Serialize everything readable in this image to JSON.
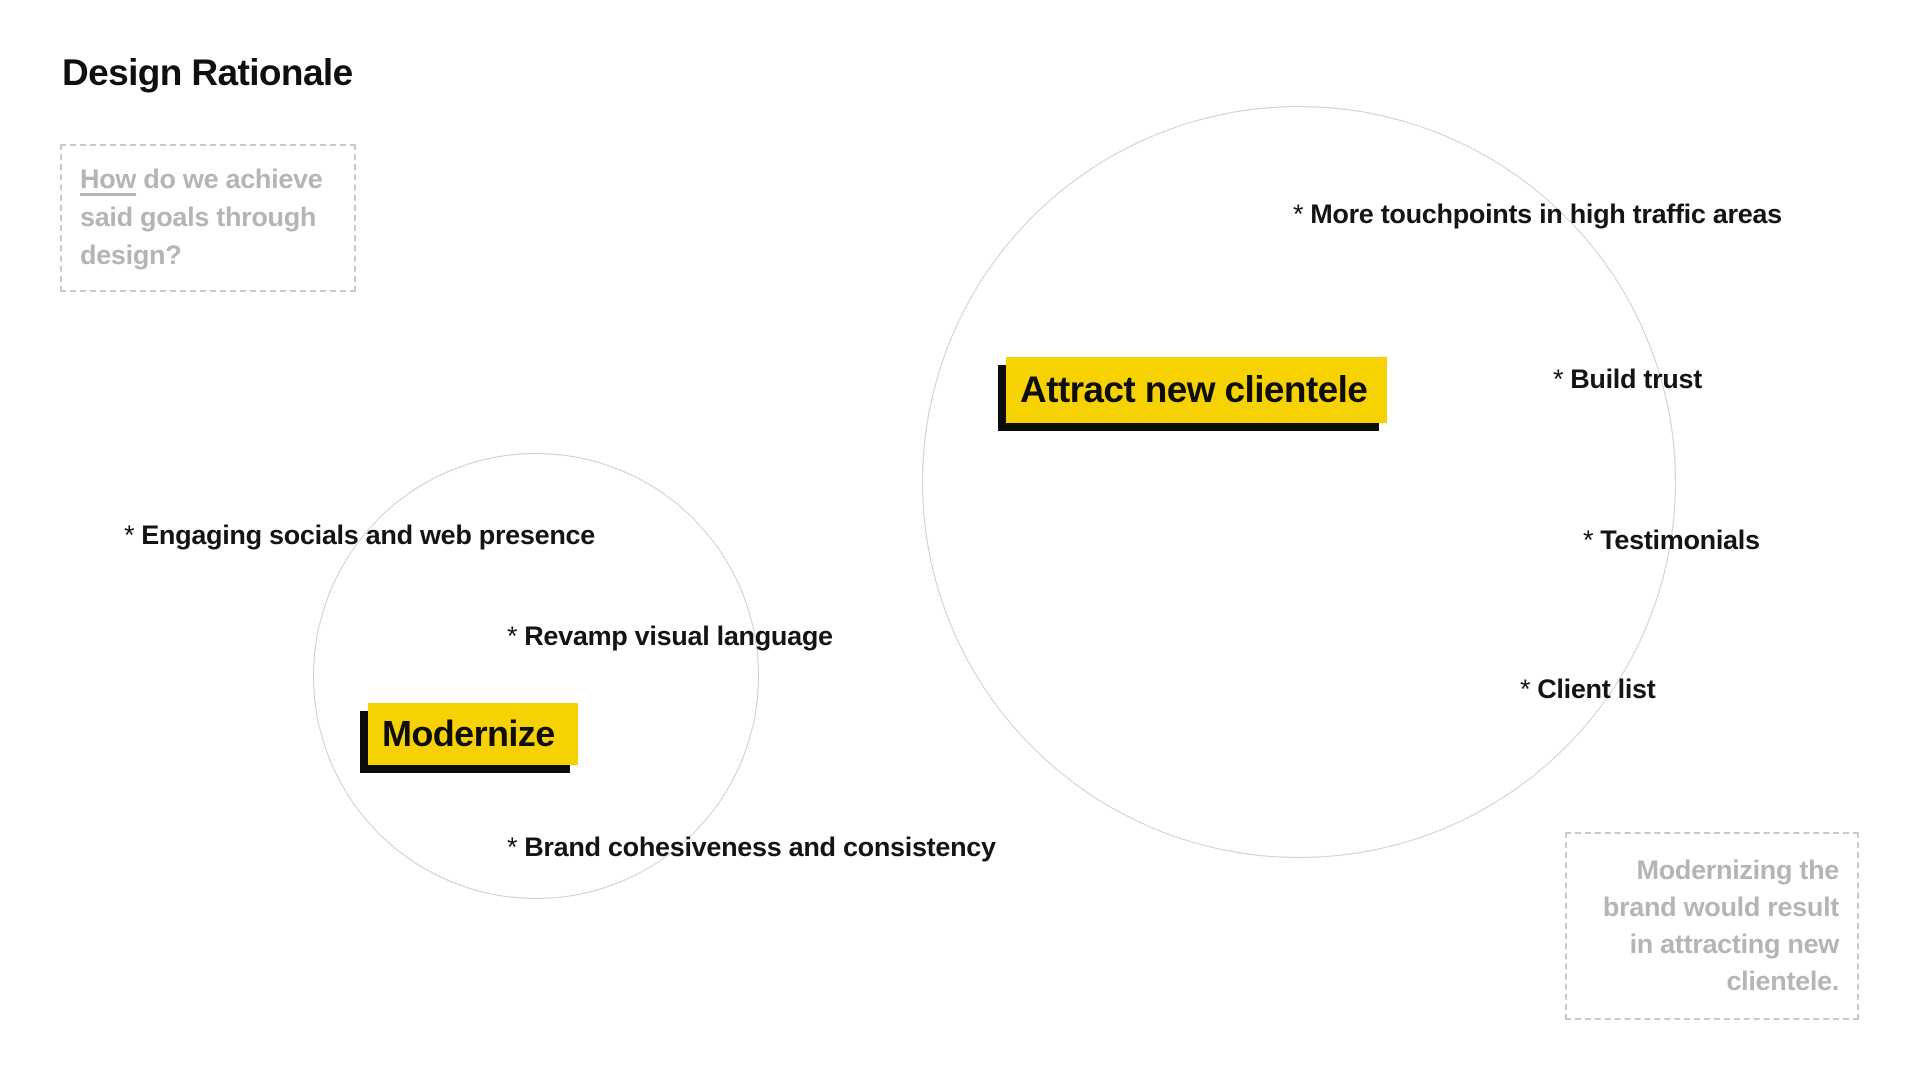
{
  "title": "Design Rationale",
  "bullet_glyph": "*",
  "question_box": {
    "word_underlined": "How",
    "line1_rest": " do we achieve",
    "line2": "said goals through",
    "line3": "design?"
  },
  "modernize": {
    "label": "Modernize",
    "bullets": {
      "engaging": "Engaging socials and web presence",
      "revamp": "Revamp visual language",
      "brand": "Brand cohesiveness and consistency"
    }
  },
  "attract": {
    "label": "Attract new clientele",
    "bullets": {
      "touchpoints": "More touchpoints in high traffic areas",
      "trust": "Build trust",
      "testimonials": "Testimonials",
      "client_list": "Client list"
    }
  },
  "conclusion_box": {
    "line1": "Modernizing the",
    "line2": "brand would result",
    "line3": "in attracting new",
    "line4": "clientele."
  },
  "colors": {
    "accent_yellow": "#f7d203",
    "text_black": "#131313",
    "muted_gray": "#b5b5b5",
    "circle_stroke": "#cfcfcf",
    "shadow_black": "#0c0c0c"
  }
}
